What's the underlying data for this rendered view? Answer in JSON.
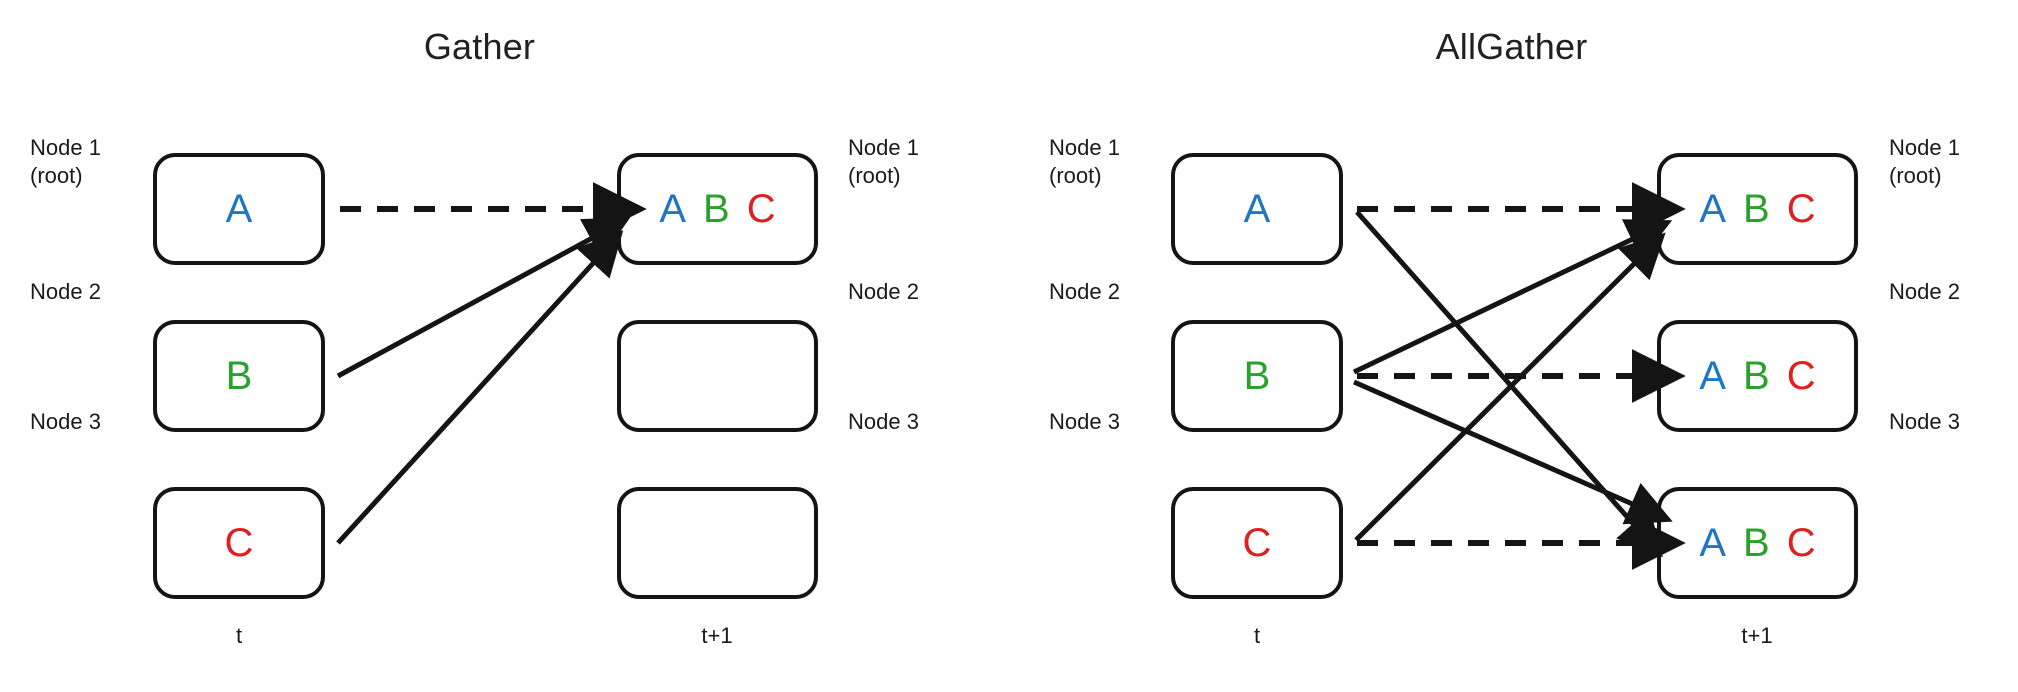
{
  "figure": {
    "background": "#ffffff",
    "colors": {
      "letter_a": "#1f77c4",
      "letter_b": "#2ca02c",
      "letter_c": "#e02020",
      "stroke": "#141414",
      "text": "#1a1a1a"
    }
  },
  "panels": [
    {
      "id": "gather",
      "title": "Gather",
      "time_left": "t",
      "time_right": "t+1",
      "left_column": {
        "labels": [
          "Node 1\n(root)",
          "Node 2",
          "Node 3"
        ],
        "boxes": [
          {
            "letters": [
              "A"
            ]
          },
          {
            "letters": [
              "B"
            ]
          },
          {
            "letters": [
              "C"
            ]
          }
        ]
      },
      "right_column": {
        "labels": [
          "Node 1\n(root)",
          "Node 2",
          "Node 3"
        ],
        "boxes": [
          {
            "letters": [
              "A",
              "B",
              "C"
            ]
          },
          {
            "letters": []
          },
          {
            "letters": []
          }
        ]
      },
      "edges": [
        {
          "from": "node1-t",
          "to": "node1-t1",
          "style": "dashed"
        },
        {
          "from": "node2-t",
          "to": "node1-t1",
          "style": "solid"
        },
        {
          "from": "node3-t",
          "to": "node1-t1",
          "style": "solid"
        }
      ]
    },
    {
      "id": "allgather",
      "title": "AllGather",
      "time_left": "t",
      "time_right": "t+1",
      "left_column": {
        "labels": [
          "Node 1\n(root)",
          "Node 2",
          "Node 3"
        ],
        "boxes": [
          {
            "letters": [
              "A"
            ]
          },
          {
            "letters": [
              "B"
            ]
          },
          {
            "letters": [
              "C"
            ]
          }
        ]
      },
      "right_column": {
        "labels": [
          "Node 1\n(root)",
          "Node 2",
          "Node 3"
        ],
        "boxes": [
          {
            "letters": [
              "A",
              "B",
              "C"
            ]
          },
          {
            "letters": [
              "A",
              "B",
              "C"
            ]
          },
          {
            "letters": [
              "A",
              "B",
              "C"
            ]
          }
        ]
      },
      "edges": [
        {
          "from": "node1-t",
          "to": "node1-t1",
          "style": "dashed"
        },
        {
          "from": "node1-t",
          "to": "node3-t1",
          "style": "solid"
        },
        {
          "from": "node2-t",
          "to": "node1-t1",
          "style": "solid"
        },
        {
          "from": "node2-t",
          "to": "node2-t1",
          "style": "dashed"
        },
        {
          "from": "node2-t",
          "to": "node3-t1",
          "style": "solid"
        },
        {
          "from": "node3-t",
          "to": "node1-t1",
          "style": "solid"
        },
        {
          "from": "node3-t",
          "to": "node3-t1",
          "style": "dashed"
        }
      ]
    }
  ]
}
